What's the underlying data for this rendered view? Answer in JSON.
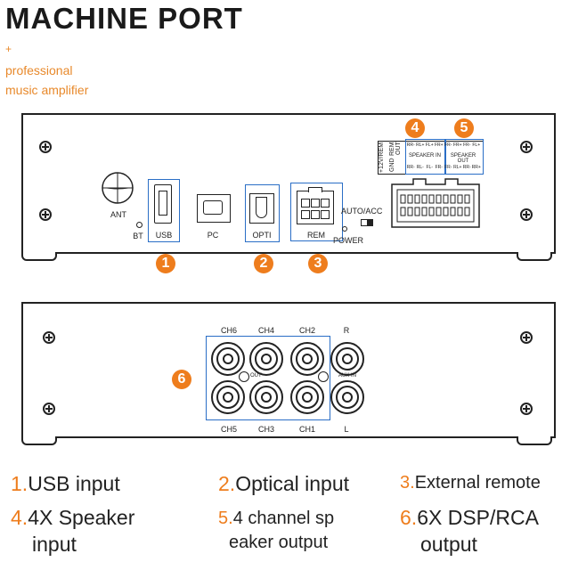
{
  "header": {
    "title": "MACHINE PORT",
    "plus": "+",
    "sub1": "professional",
    "sub2": "music amplifier"
  },
  "front": {
    "ant": "ANT",
    "bt": "BT",
    "usb": "USB",
    "pc": "PC",
    "opti": "OPTI",
    "rem": "REM",
    "auto": "AUTO/ACC",
    "power": "POWER",
    "plus12": "+12V/REM",
    "gnd": "GND",
    "remout": "REM OUT",
    "speaker_in": "SPEAKER IN",
    "speaker_out": "SPEAKER OUT",
    "top_pins": [
      "RR-",
      "RL+",
      "FL+",
      "FR+",
      "FR-",
      "FR+",
      "FR-",
      "FL+"
    ],
    "bot_pins": [
      "RR-",
      "RL-",
      "FL-",
      "FR-",
      "FR-",
      "RL+",
      "RR-",
      "RR+"
    ]
  },
  "back": {
    "ch6": "CH6",
    "ch4": "CH4",
    "ch2": "CH2",
    "r": "R",
    "ch5": "CH5",
    "ch3": "CH3",
    "ch1": "CH1",
    "l": "L",
    "out": "OUT",
    "auxin": "AUX IN"
  },
  "badges": [
    "1",
    "2",
    "3",
    "4",
    "5",
    "6"
  ],
  "legend": [
    {
      "num": "1.",
      "text": "USB input"
    },
    {
      "num": "2.",
      "text": "Optical input"
    },
    {
      "num": "3.",
      "text": "External remote"
    },
    {
      "num": "4.",
      "text": "4X Speaker"
    },
    {
      "num": "",
      "text": "input"
    },
    {
      "num": "5.",
      "text": "4 channel sp"
    },
    {
      "num": "",
      "text": "eaker output"
    },
    {
      "num": "6.",
      "text": "6X DSP/RCA"
    },
    {
      "num": "",
      "text": "output"
    }
  ],
  "colors": {
    "accent": "#ee7d1d",
    "blue": "#2a6ec6"
  }
}
